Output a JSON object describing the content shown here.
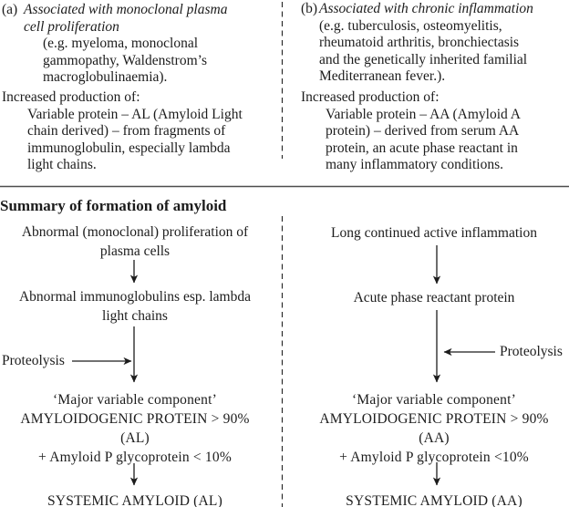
{
  "panel_a": {
    "label": "(a)",
    "heading_lines": [
      "Associated with monoclonal plasma",
      "cell proliferation"
    ],
    "example_lines": [
      "(e.g. myeloma, monoclonal",
      "gammopathy, Waldenstrom’s",
      "macroglobulinaemia)."
    ],
    "production_title": "Increased production of:",
    "production_lines": [
      "Variable protein – AL (Amyloid Light",
      "chain derived) – from fragments of",
      "immunoglobulin, especially lambda",
      "light chains."
    ]
  },
  "panel_b": {
    "label": "(b)",
    "heading_lines": [
      "Associated with chronic inflammation"
    ],
    "example_lines": [
      "(e.g. tuberculosis, osteomyelitis,",
      "rheumatoid arthritis, bronchiectasis",
      "and the genetically inherited familial",
      "Mediterranean fever.)."
    ],
    "production_title": "Increased production of:",
    "production_lines": [
      "Variable protein – AA (Amyloid A",
      "protein) – derived from serum AA",
      "protein, an acute phase reactant in",
      "many inflammatory conditions."
    ]
  },
  "summary": {
    "title": "Summary of formation of amyloid",
    "left": {
      "step1_lines": [
        "Abnormal (monoclonal) proliferation of",
        "plasma cells"
      ],
      "step2_lines": [
        "Abnormal immunoglobulins esp. lambda",
        "light chains"
      ],
      "proteolysis_label": "Proteolysis",
      "component_lines": [
        "‘Major variable component’",
        "AMYLOIDOGENIC PROTEIN > 90%",
        "(AL)",
        "+ Amyloid P glycoprotein < 10%"
      ],
      "result": "SYSTEMIC AMYLOID (AL)"
    },
    "right": {
      "step1_lines": [
        "Long continued active inflammation"
      ],
      "step2_lines": [
        "Acute phase reactant protein"
      ],
      "proteolysis_label": "Proteolysis",
      "component_lines": [
        "‘Major variable component’",
        "AMYLOIDOGENIC PROTEIN > 90%",
        "(AA)",
        "+ Amyloid P glycoprotein <10%"
      ],
      "result": "SYSTEMIC AMYLOID (AA)"
    }
  },
  "colors": {
    "ink": "#1c1c1c",
    "background": "#ffffff"
  }
}
